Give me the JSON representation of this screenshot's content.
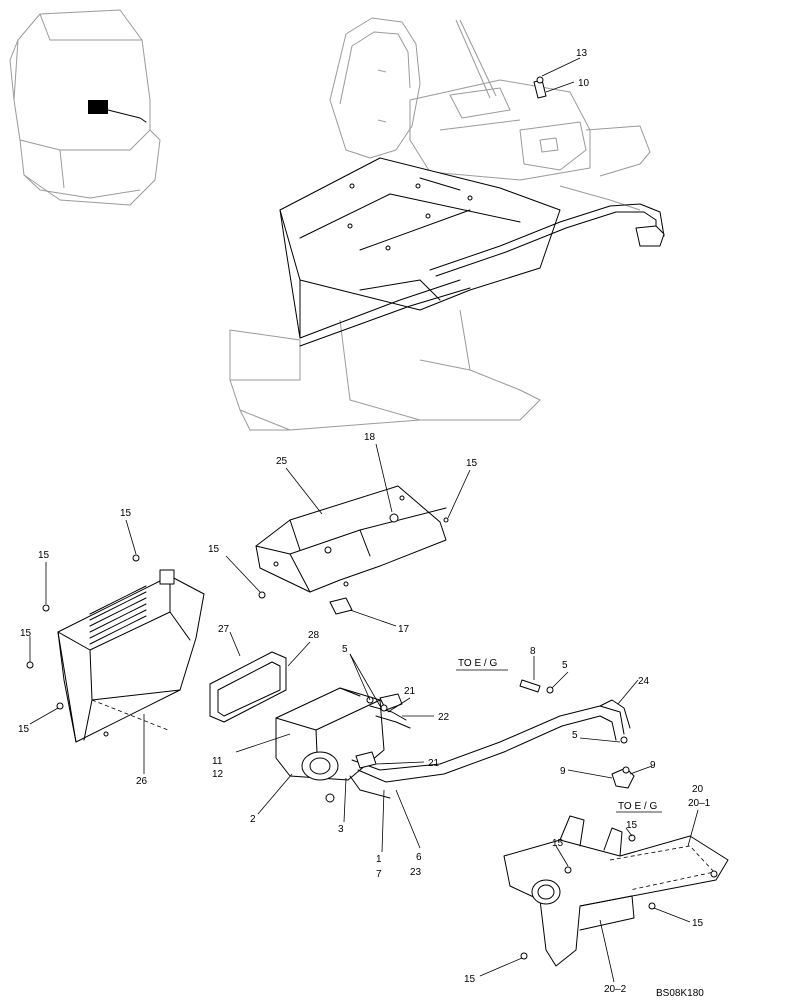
{
  "callouts": {
    "c13": "13",
    "c10": "10",
    "c18": "18",
    "c25": "25",
    "c15_top": "15",
    "c15_left_a": "15",
    "c15_left_b": "15",
    "c15_left_c": "15",
    "c15_left_d": "15",
    "c15_cover": "15",
    "c17": "17",
    "c27": "27",
    "c28": "28",
    "c26": "26",
    "c5_a": "5",
    "c8": "8",
    "c5_b": "5",
    "c24": "24",
    "c21_a": "21",
    "c22": "22",
    "c11": "11",
    "c12": "12",
    "c5_c": "5",
    "c21_b": "21",
    "c9_a": "9",
    "c9_b": "9",
    "c2": "2",
    "c3": "3",
    "c1": "1",
    "c7": "7",
    "c6": "6",
    "c23": "23",
    "c20": "20",
    "c20_1": "20–1",
    "c15_r1": "15",
    "c15_r2": "15",
    "c15_r3": "15",
    "c15_bottom": "15",
    "c20_2": "20–2"
  },
  "references": {
    "to_eg_top": "TO E / G",
    "to_eg_bottom": "TO E / G"
  },
  "drawing_id": "BS08K180"
}
